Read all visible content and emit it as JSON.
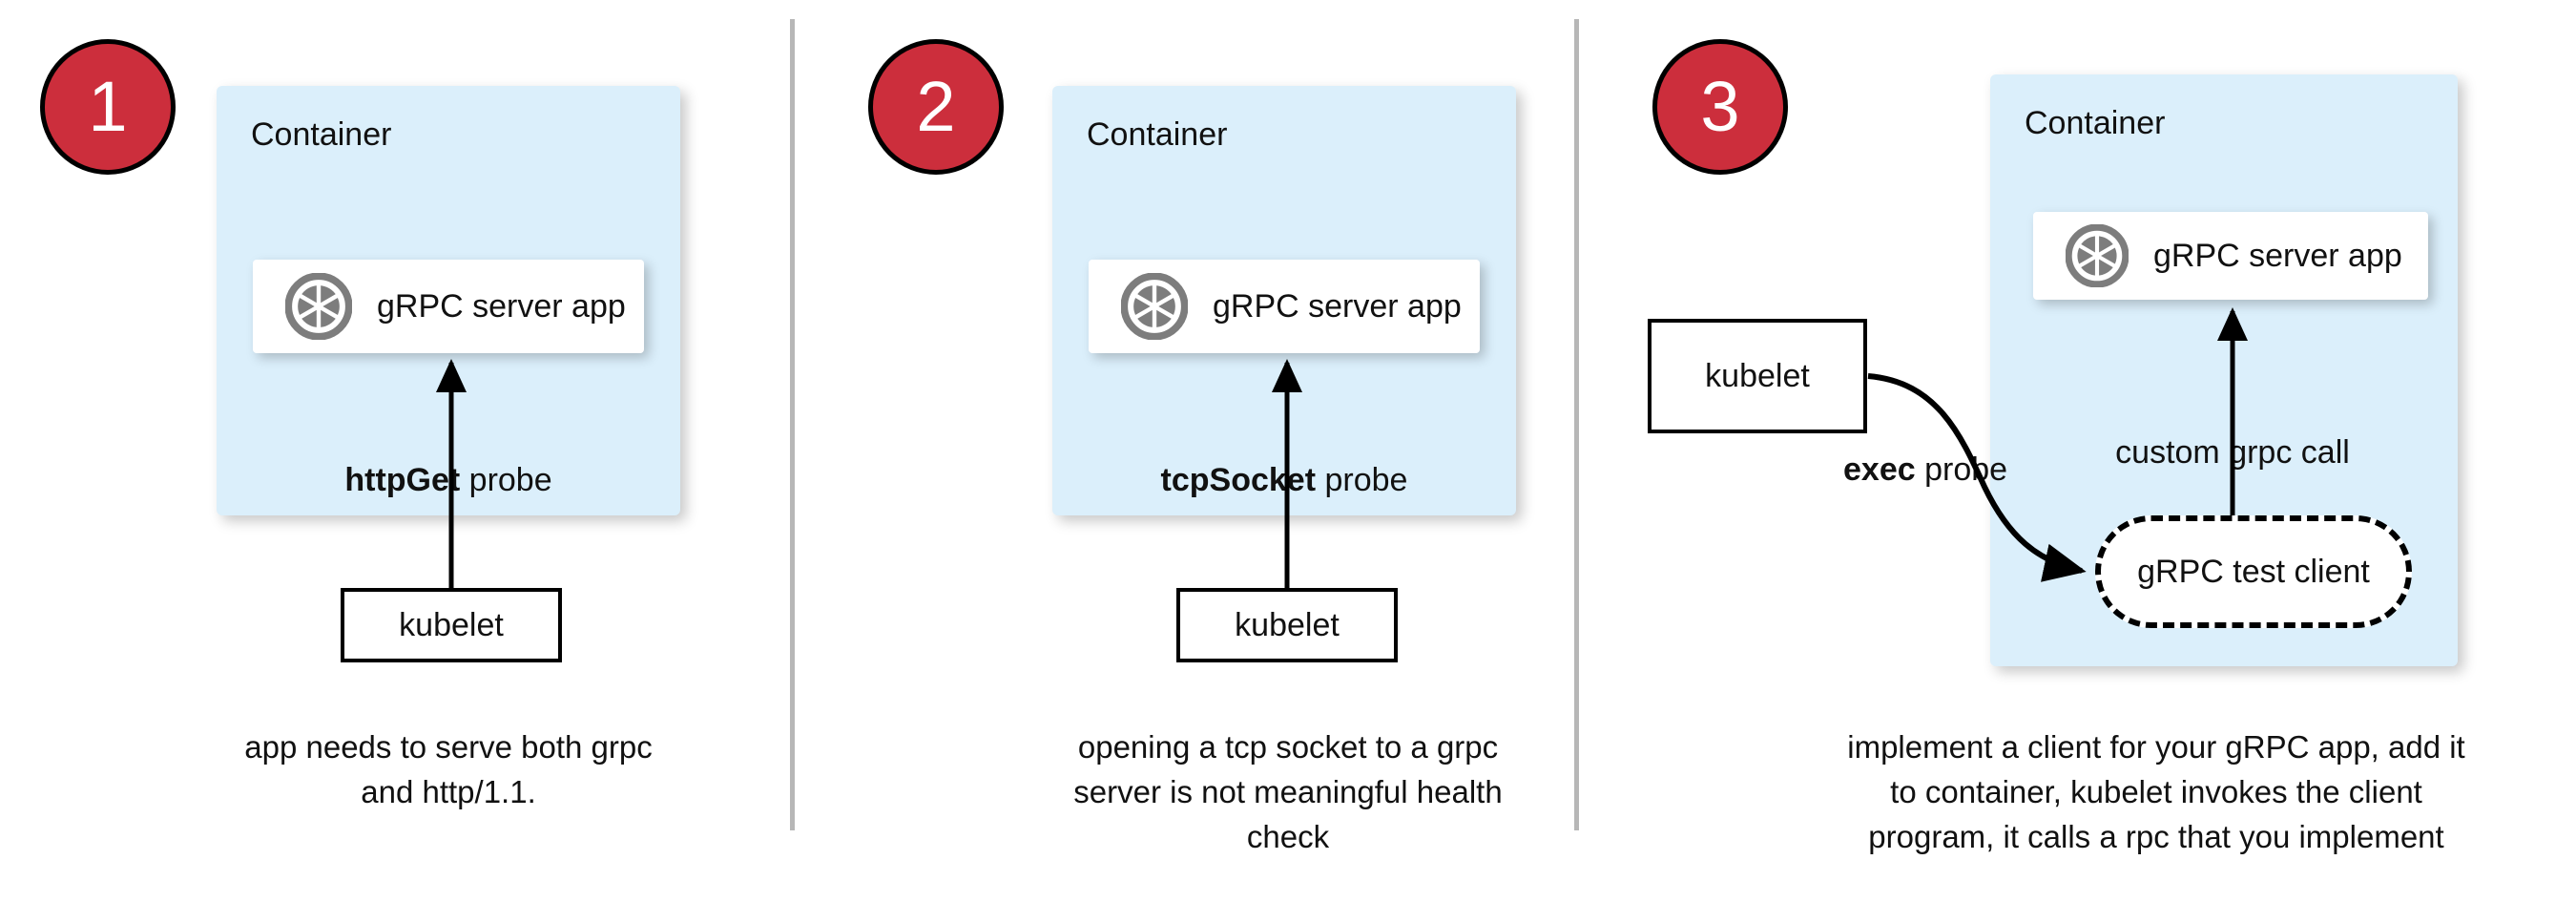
{
  "theme": {
    "badge_red": "#cc2e3c",
    "container_blue": "#dbeffb",
    "divider_gray": "#b7b7b7",
    "icon_gray": "#7d7d7d",
    "card_white": "#ffffff",
    "stroke_black": "#000000"
  },
  "panels": [
    {
      "step": "1",
      "container_label": "Container",
      "app_label": "gRPC server app",
      "app_icon": "grpc-aperture-icon",
      "probe_bold": "httpGet",
      "probe_rest": " probe",
      "kubelet_label": "kubelet",
      "caption": "app needs to serve both grpc and http/1.1."
    },
    {
      "step": "2",
      "container_label": "Container",
      "app_label": "gRPC server app",
      "app_icon": "grpc-aperture-icon",
      "probe_bold": "tcpSocket",
      "probe_rest": " probe",
      "kubelet_label": "kubelet",
      "caption": "opening a tcp socket to a grpc server is not meaningful health check"
    },
    {
      "step": "3",
      "container_label": "Container",
      "app_label": "gRPC server app",
      "app_icon": "grpc-aperture-icon",
      "probe_bold": "exec",
      "probe_rest": " probe",
      "call_label": "custom grpc call",
      "test_client_label": "gRPC test client",
      "kubelet_label": "kubelet",
      "caption": "implement a client for your gRPC app, add it to container, kubelet invokes the client program, it calls a rpc that you implement"
    }
  ]
}
